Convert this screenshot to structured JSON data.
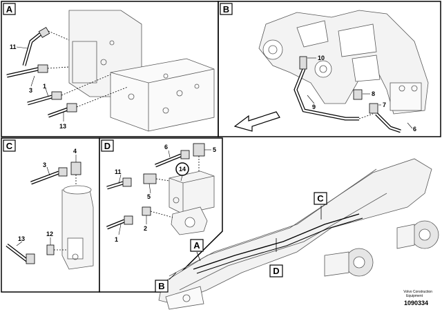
{
  "panels": {
    "A": {
      "letter": "A",
      "callouts": [
        "11",
        "3",
        "1",
        "13"
      ]
    },
    "B": {
      "letter": "B",
      "callouts": [
        "10",
        "8",
        "7",
        "9",
        "6"
      ]
    },
    "C": {
      "letter": "C",
      "callouts": [
        "4",
        "3",
        "13",
        "12"
      ]
    },
    "D": {
      "letter": "D",
      "callouts": [
        "6",
        "5",
        "11",
        "14",
        "5",
        "2",
        "1"
      ]
    }
  },
  "frame_markers": [
    "C",
    "A",
    "D",
    "B"
  ],
  "footer": {
    "brand_line1": "Volvo Construction",
    "brand_line2": "Equipment",
    "doc_number": "1090334"
  }
}
